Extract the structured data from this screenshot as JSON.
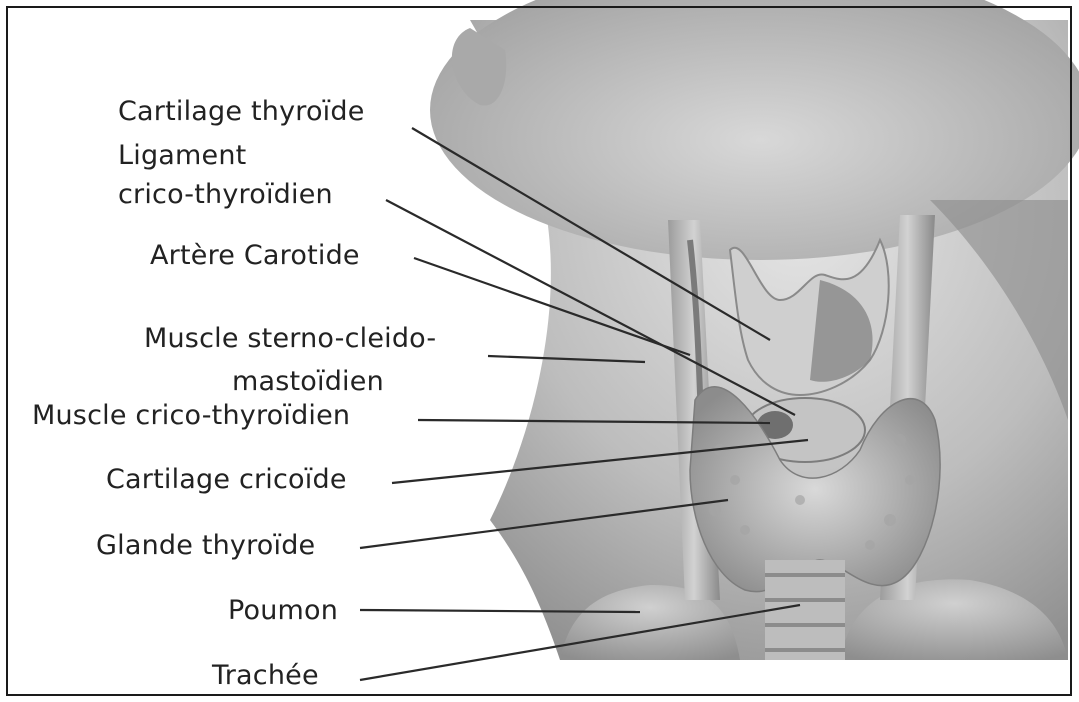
{
  "labels": {
    "cartilage_thyroide": "Cartilage thyroïde",
    "ligament": "Ligament",
    "crico_thyroidien": "crico-thyroïdien",
    "artere_carotide": "Artère Carotide",
    "muscle_scm_1": "Muscle sterno-cleido-",
    "muscle_scm_2": "mastoïdien",
    "muscle_crico": "Muscle crico-thyroïdien",
    "cartilage_cricoide": "Cartilage cricoïde",
    "glande_thyroide": "Glande thyroïde",
    "poumon": "Poumon",
    "trachee": "Trachée"
  }
}
